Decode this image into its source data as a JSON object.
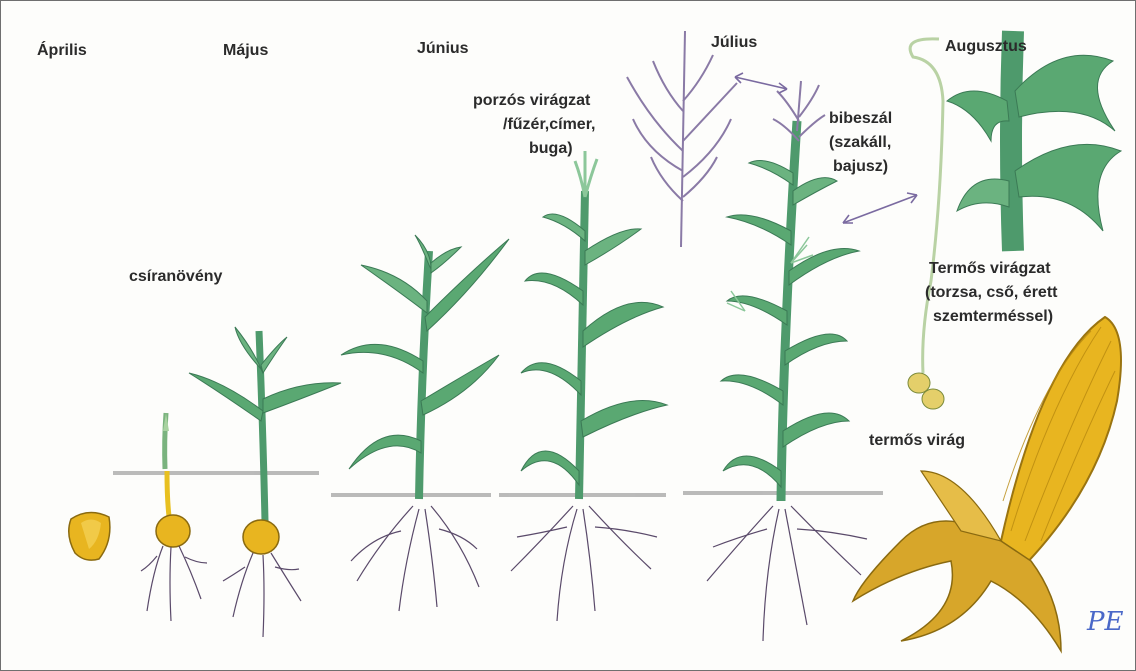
{
  "months": {
    "april": "Április",
    "may": "Május",
    "june": "Június",
    "july": "Július",
    "august": "Augusztus"
  },
  "labels": {
    "seedling": "csíranövény",
    "tassel": [
      "porzós virágzat",
      "/fűzér,címer,",
      "buga)"
    ],
    "silk": [
      "bibeszál",
      "(szakáll,",
      "bajusz)"
    ],
    "ear": [
      "Termős virágzat",
      "(torzsa, cső, érett",
      "szemterméssel)"
    ],
    "female_flower": "termős virág"
  },
  "signature": "PE",
  "colors": {
    "stem": "#4e9a6c",
    "leaf": "#5aa872",
    "leaf_light": "#8cc79a",
    "root": "#5a4a6a",
    "tassel": "#8a7aa6",
    "kernel": "#e8b520",
    "husk": "#d7a62a",
    "soil": "#9a9a9a",
    "arrow": "#7a6aa0"
  }
}
